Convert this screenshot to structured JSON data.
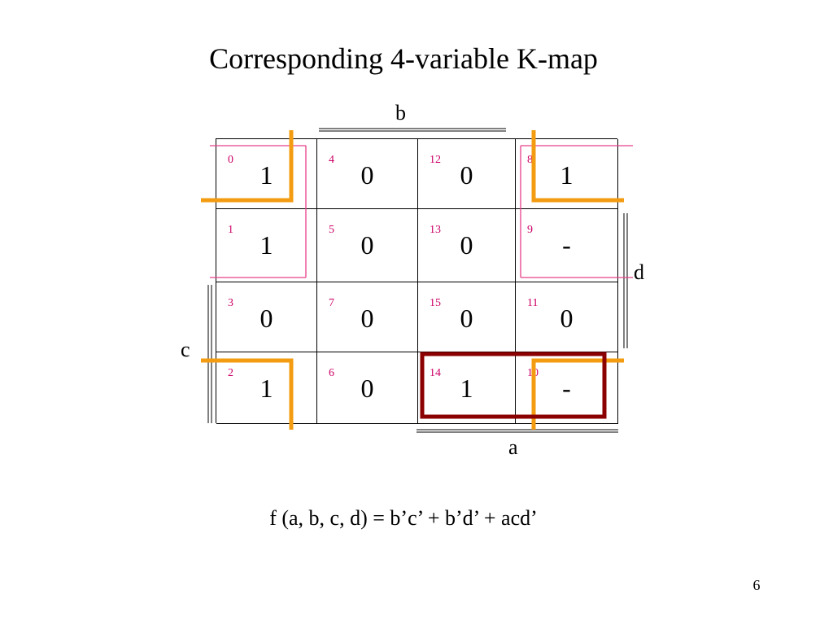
{
  "title": "Corresponding 4-variable K-map",
  "variables": {
    "a": "a",
    "b": "b",
    "c": "c",
    "d": "d"
  },
  "kmap": {
    "rows": [
      [
        {
          "index": "0",
          "value": "1"
        },
        {
          "index": "4",
          "value": "0"
        },
        {
          "index": "12",
          "value": "0"
        },
        {
          "index": "8",
          "value": "1"
        }
      ],
      [
        {
          "index": "1",
          "value": "1"
        },
        {
          "index": "5",
          "value": "0"
        },
        {
          "index": "13",
          "value": "0"
        },
        {
          "index": "9",
          "value": "-"
        }
      ],
      [
        {
          "index": "3",
          "value": "0"
        },
        {
          "index": "7",
          "value": "0"
        },
        {
          "index": "15",
          "value": "0"
        },
        {
          "index": "11",
          "value": "0"
        }
      ],
      [
        {
          "index": "2",
          "value": "1"
        },
        {
          "index": "6",
          "value": "0"
        },
        {
          "index": "14",
          "value": "1"
        },
        {
          "index": "10",
          "value": "-"
        }
      ]
    ]
  },
  "groupings": {
    "corners_color": "#f39c12",
    "bd_group_color": "#e8408a",
    "acd_group_color": "#8b0000"
  },
  "colors": {
    "cell_index": "#cc0066"
  },
  "formula": "f (a, b, c, d) = b’c’ + b’d’ + acd’",
  "page_number": "6"
}
